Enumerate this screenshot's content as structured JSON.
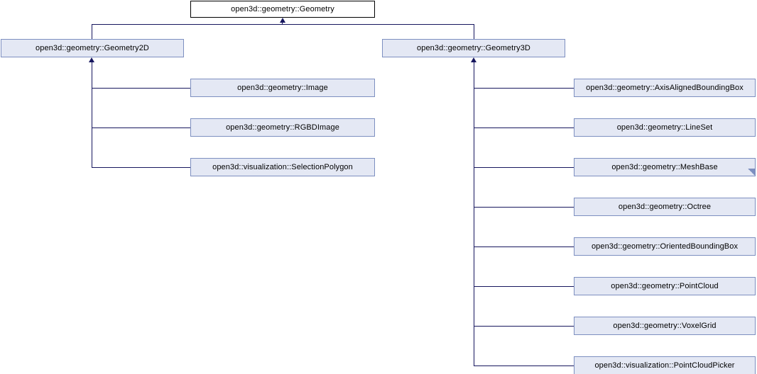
{
  "diagram": {
    "kind": "inheritance-graph",
    "title": "open3d::geometry::Geometry inheritance diagram",
    "colors": {
      "node_fill": "#e4e8f4",
      "node_border": "#7d8fc0",
      "root_fill": "#ffffff",
      "root_border": "#000000",
      "edge": "#16165e",
      "background": "#ffffff"
    },
    "root": {
      "label": "open3d::geometry::Geometry"
    },
    "level1": [
      {
        "label": "open3d::geometry::Geometry2D"
      },
      {
        "label": "open3d::geometry::Geometry3D"
      }
    ],
    "geometry2d_children": [
      {
        "label": "open3d::geometry::Image"
      },
      {
        "label": "open3d::geometry::RGBDImage"
      },
      {
        "label": "open3d::visualization::SelectionPolygon"
      }
    ],
    "geometry3d_children": [
      {
        "label": "open3d::geometry::AxisAlignedBoundingBox",
        "folded": "false"
      },
      {
        "label": "open3d::geometry::LineSet",
        "folded": "false"
      },
      {
        "label": "open3d::geometry::MeshBase",
        "folded": "true"
      },
      {
        "label": "open3d::geometry::Octree",
        "folded": "false"
      },
      {
        "label": "open3d::geometry::OrientedBoundingBox",
        "folded": "false"
      },
      {
        "label": "open3d::geometry::PointCloud",
        "folded": "false"
      },
      {
        "label": "open3d::geometry::VoxelGrid",
        "folded": "false"
      },
      {
        "label": "open3d::visualization::PointCloudPicker",
        "folded": "false"
      }
    ]
  }
}
